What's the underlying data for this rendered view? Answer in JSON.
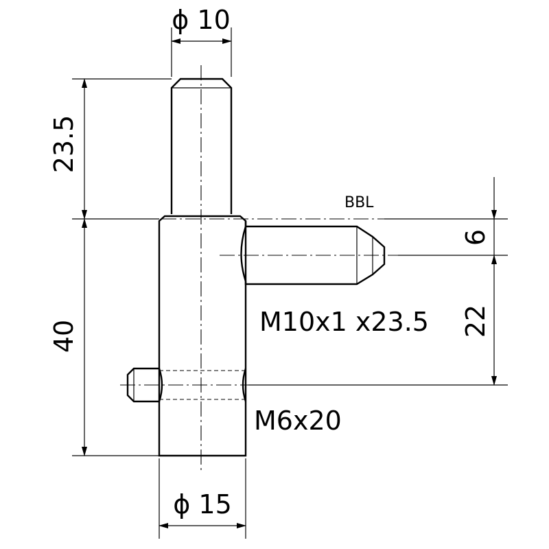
{
  "labels": {
    "pin_diameter": "ϕ 10",
    "pin_length": "23.5",
    "body_length": "40",
    "thread_offset": "6",
    "thread_distance": "22",
    "reference_line": "BBL",
    "thread_spec": "M10x1  x23.5",
    "screw_spec": "M6x20",
    "body_diameter": "ϕ 15"
  }
}
